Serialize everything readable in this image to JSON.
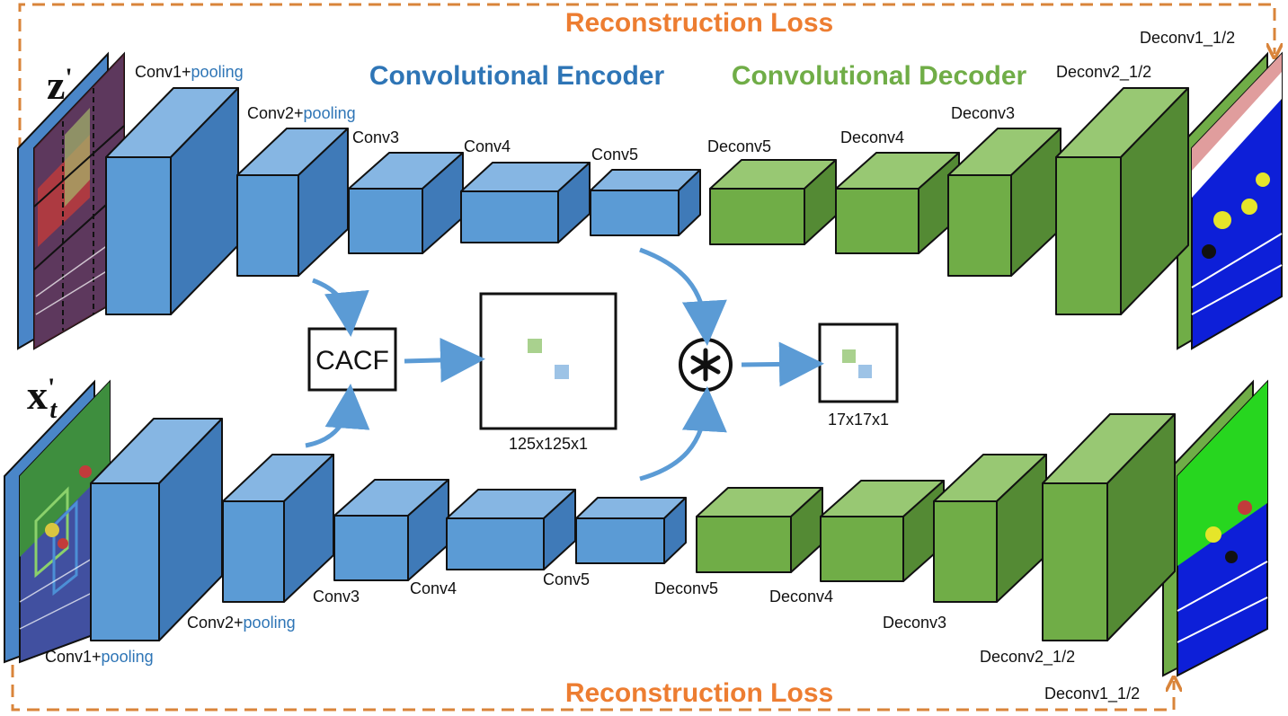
{
  "reconstruction_loss": "Reconstruction Loss",
  "encoder_title": "Convolutional Encoder",
  "decoder_title": "Convolutional Decoder",
  "cacf": "CACF",
  "response_large": "125x125x1",
  "response_small": "17x17x1",
  "inputs": {
    "z": "z",
    "x": "x",
    "x_sub": "t",
    "prime": "'"
  },
  "layers": {
    "conv1": "Conv1+",
    "conv2": "Conv2+",
    "pooling": "pooling",
    "conv3": "Conv3",
    "conv4": "Conv4",
    "conv5": "Conv5",
    "deconv5": "Deconv5",
    "deconv4": "Deconv4",
    "deconv3": "Deconv3",
    "deconv2": "Deconv2_1/2",
    "deconv1": "Deconv1_1/2"
  },
  "colors": {
    "encoder": "#5b9bd5",
    "decoder": "#70ad47",
    "arrow": "#5b9bd5",
    "loss": "#d9843a",
    "loss_text": "#ed7d31"
  }
}
